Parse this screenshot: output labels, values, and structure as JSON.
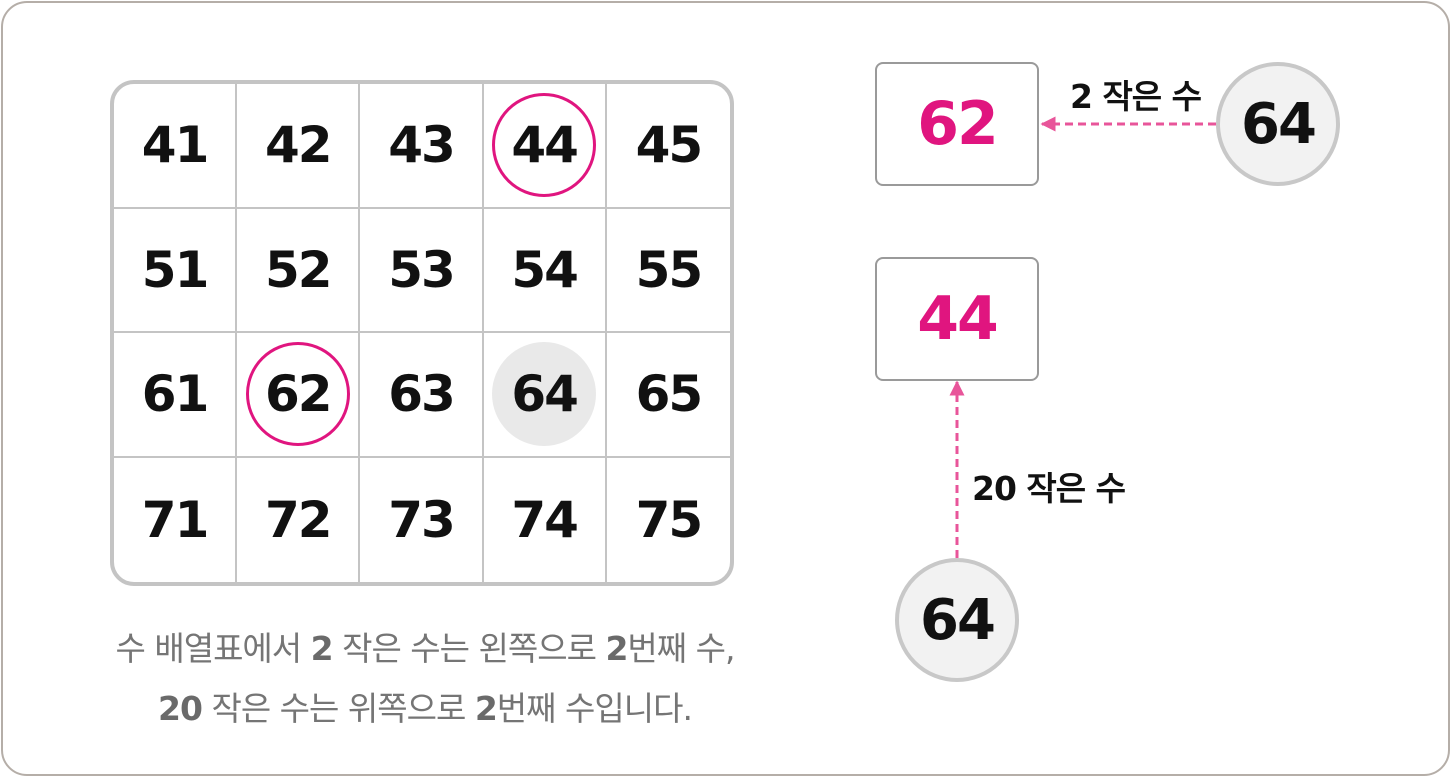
{
  "grid": {
    "rows": [
      [
        {
          "v": "41"
        },
        {
          "v": "42"
        },
        {
          "v": "43"
        },
        {
          "v": "44",
          "mark": "ring"
        },
        {
          "v": "45"
        }
      ],
      [
        {
          "v": "51"
        },
        {
          "v": "52"
        },
        {
          "v": "53"
        },
        {
          "v": "54"
        },
        {
          "v": "55"
        }
      ],
      [
        {
          "v": "61"
        },
        {
          "v": "62",
          "mark": "ring"
        },
        {
          "v": "63"
        },
        {
          "v": "64",
          "mark": "fill"
        },
        {
          "v": "65"
        }
      ],
      [
        {
          "v": "71"
        },
        {
          "v": "72"
        },
        {
          "v": "73"
        },
        {
          "v": "74"
        },
        {
          "v": "75"
        }
      ]
    ]
  },
  "caption": {
    "line1": [
      {
        "t": "수 배열표에서 ",
        "b": false
      },
      {
        "t": "2",
        "b": true
      },
      {
        "t": " 작은 수는 왼쪽으로 ",
        "b": false
      },
      {
        "t": "2",
        "b": true
      },
      {
        "t": "번째 수,",
        "b": false
      }
    ],
    "line2": [
      {
        "t": "20",
        "b": true
      },
      {
        "t": " 작은 수는 위쪽으로 ",
        "b": false
      },
      {
        "t": "2",
        "b": true
      },
      {
        "t": "번째 수입니다.",
        "b": false
      }
    ]
  },
  "diagram": {
    "top": {
      "start": "64",
      "label": "2 작은 수",
      "result": "62"
    },
    "bottom": {
      "start": "64",
      "label": "20 작은 수",
      "result": "44"
    }
  },
  "colors": {
    "accent": "#e0157f",
    "arrow": "#e8559a",
    "grid_line": "#c4c4c4",
    "highlight_fill": "#e9e9e9",
    "caption_text": "#757575"
  }
}
